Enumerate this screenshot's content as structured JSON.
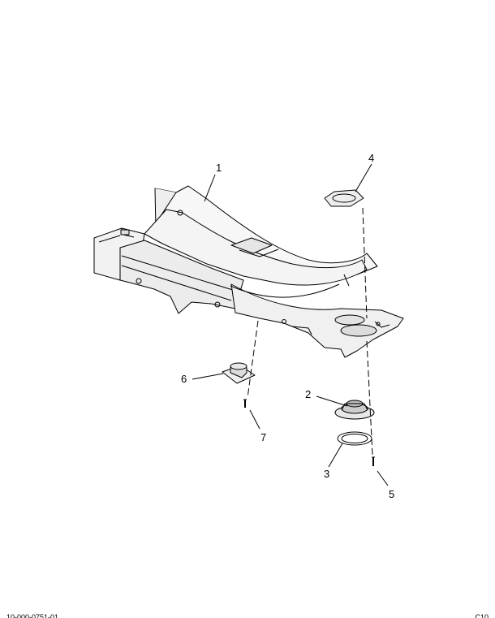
{
  "callouts": {
    "c1": "1",
    "c2": "2",
    "c3": "3",
    "c4": "4",
    "c5": "5",
    "c6": "6",
    "c7": "7"
  },
  "footer": {
    "left": "10-000-0751-01",
    "right": "C10"
  }
}
